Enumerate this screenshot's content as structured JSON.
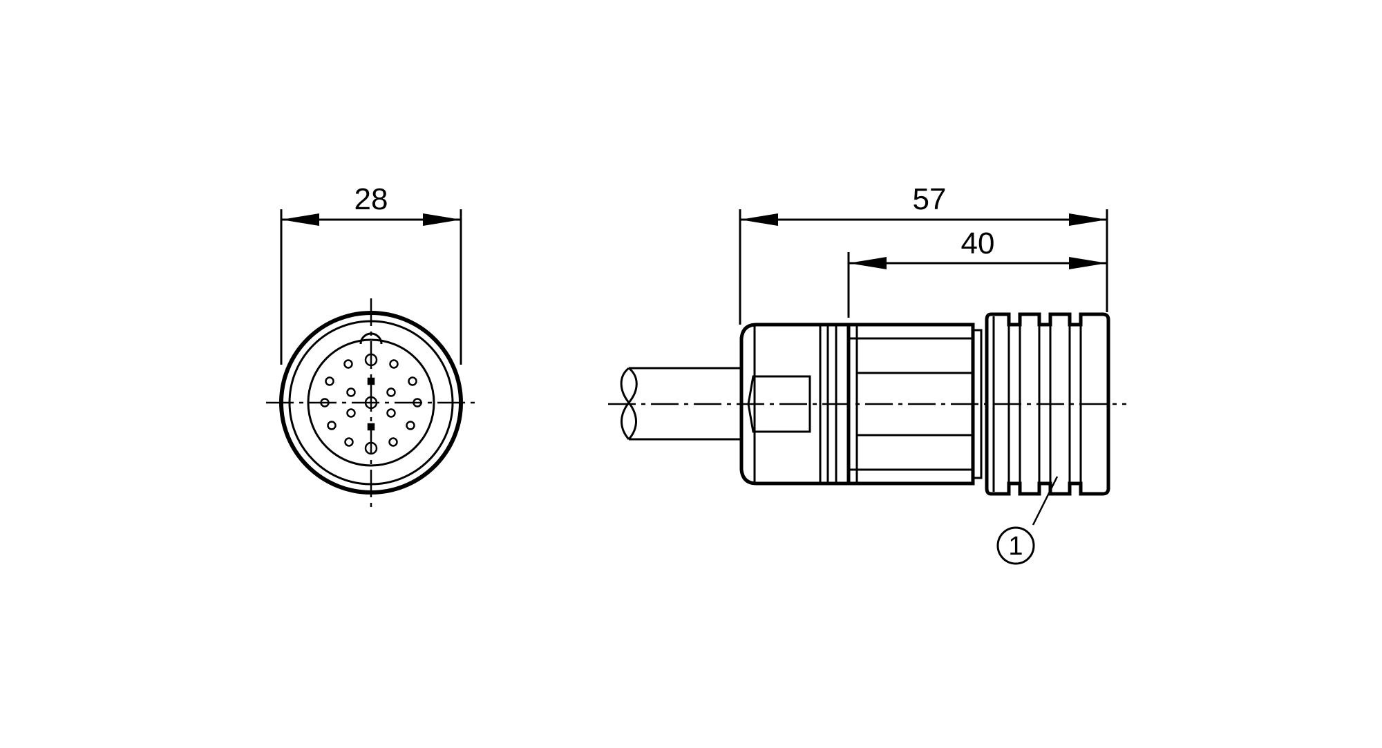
{
  "dimensions": {
    "front_diameter": "28",
    "overall_length": "57",
    "body_length": "40"
  },
  "callouts": [
    {
      "label": "1"
    }
  ],
  "colors": {
    "line": "#000000",
    "background": "#ffffff"
  }
}
